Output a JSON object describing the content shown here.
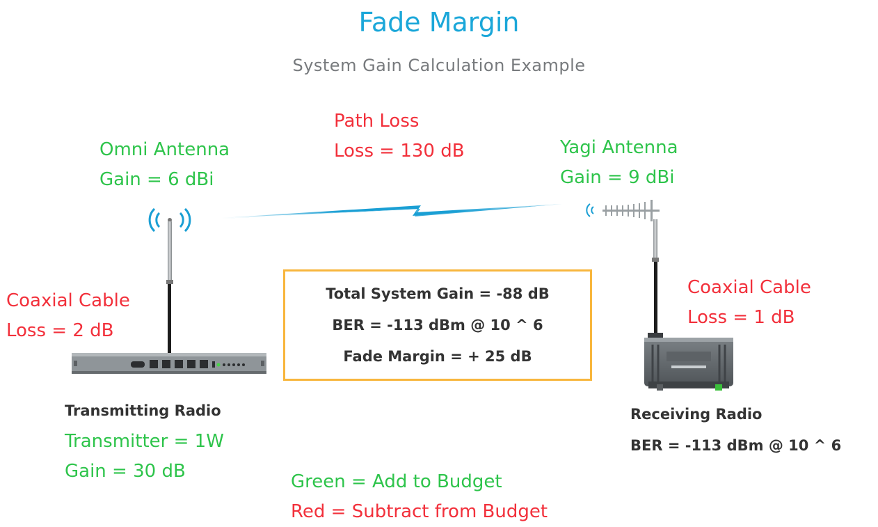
{
  "title": "Fade Margin",
  "subtitle": "System Gain Calculation Example",
  "path_loss": {
    "name": "Path Loss",
    "value": "Loss = 130 dB"
  },
  "omni_antenna": {
    "name": "Omni Antenna",
    "value": "Gain = 6 dBi"
  },
  "yagi_antenna": {
    "name": "Yagi Antenna",
    "value": "Gain = 9 dBi"
  },
  "tx_cable": {
    "name": "Coaxial Cable",
    "value": "Loss = 2 dB"
  },
  "rx_cable": {
    "name": "Coaxial Cable",
    "value": "Loss = 1 dB"
  },
  "summary": {
    "total": "Total System Gain = -88 dB",
    "ber": "BER = -113 dBm @ 10 ^ 6",
    "fade": "Fade Margin = + 25 dB"
  },
  "tx_radio": {
    "name": "Transmitting Radio",
    "power": "Transmitter = 1W",
    "gain": "Gain = 30 dB"
  },
  "rx_radio": {
    "name": "Receiving Radio",
    "ber": "BER = -113 dBm @ 10 ^ 6"
  },
  "legend": {
    "green": "Green = Add to Budget",
    "red": "Red = Subtract from Budget"
  },
  "colors": {
    "title": "#1ba7d9",
    "add": "#2ec44b",
    "subtract": "#f2303b",
    "box_border": "#f8b63d",
    "signal": "#1a9fd4"
  }
}
